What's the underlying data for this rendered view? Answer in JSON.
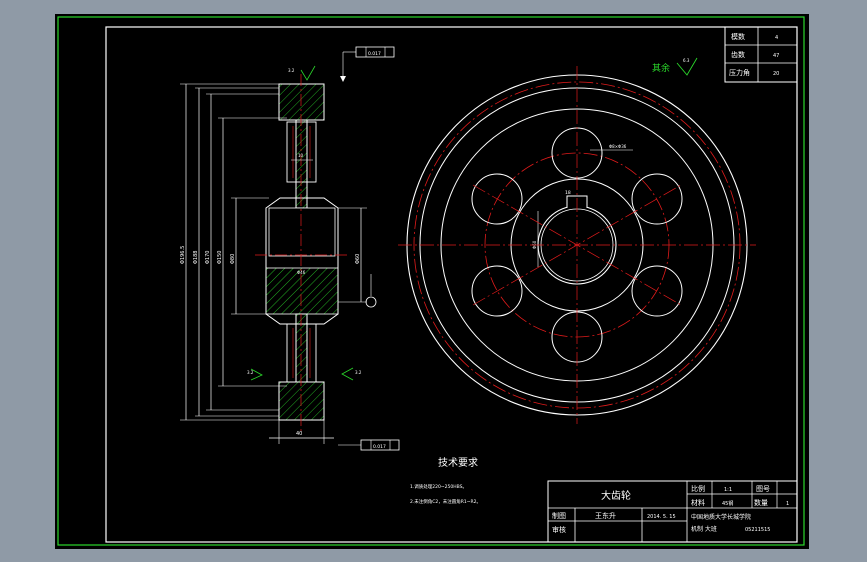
{
  "param_table": {
    "rows": [
      {
        "label": "模数",
        "value": "4"
      },
      {
        "label": "齿数",
        "value": "47"
      },
      {
        "label": "压力角",
        "value": "20"
      }
    ]
  },
  "surface_note": {
    "label": "其余",
    "roughness": "6.3"
  },
  "tech_requirements": {
    "title": "技术要求",
    "items": [
      "1.调质处理220~250HBS。",
      "2.未注倒角C2，未注圆角R1~R2。"
    ]
  },
  "title_block": {
    "part_name": "大齿轮",
    "scale_label": "比例",
    "scale_value": "1:1",
    "drawing_no_label": "图号",
    "material_label": "材料",
    "material_value": "45钢",
    "quantity_label": "数量",
    "quantity_value": "1",
    "drawn_label": "制图",
    "drawn_by": "王东升",
    "date": "2014. 5. 15",
    "checked_label": "审核",
    "school": "中国地质大学长城学院",
    "class": "机制 大班",
    "student_no": "05211515"
  },
  "dims": {
    "d1": "Φ196.5",
    "d2": "Φ188",
    "d3": "Φ170",
    "d4": "Φ150",
    "d5": "Φ80",
    "d6": "Φ46",
    "bore": "Φ60",
    "face_width": "40",
    "web": "10",
    "hole_pcd": "Φ8×Φ36",
    "key_width": "18",
    "tol1": "0.017",
    "tol2": "0.017",
    "rough1": "3.2",
    "rough2": "3.2",
    "rough3": "3.2"
  }
}
